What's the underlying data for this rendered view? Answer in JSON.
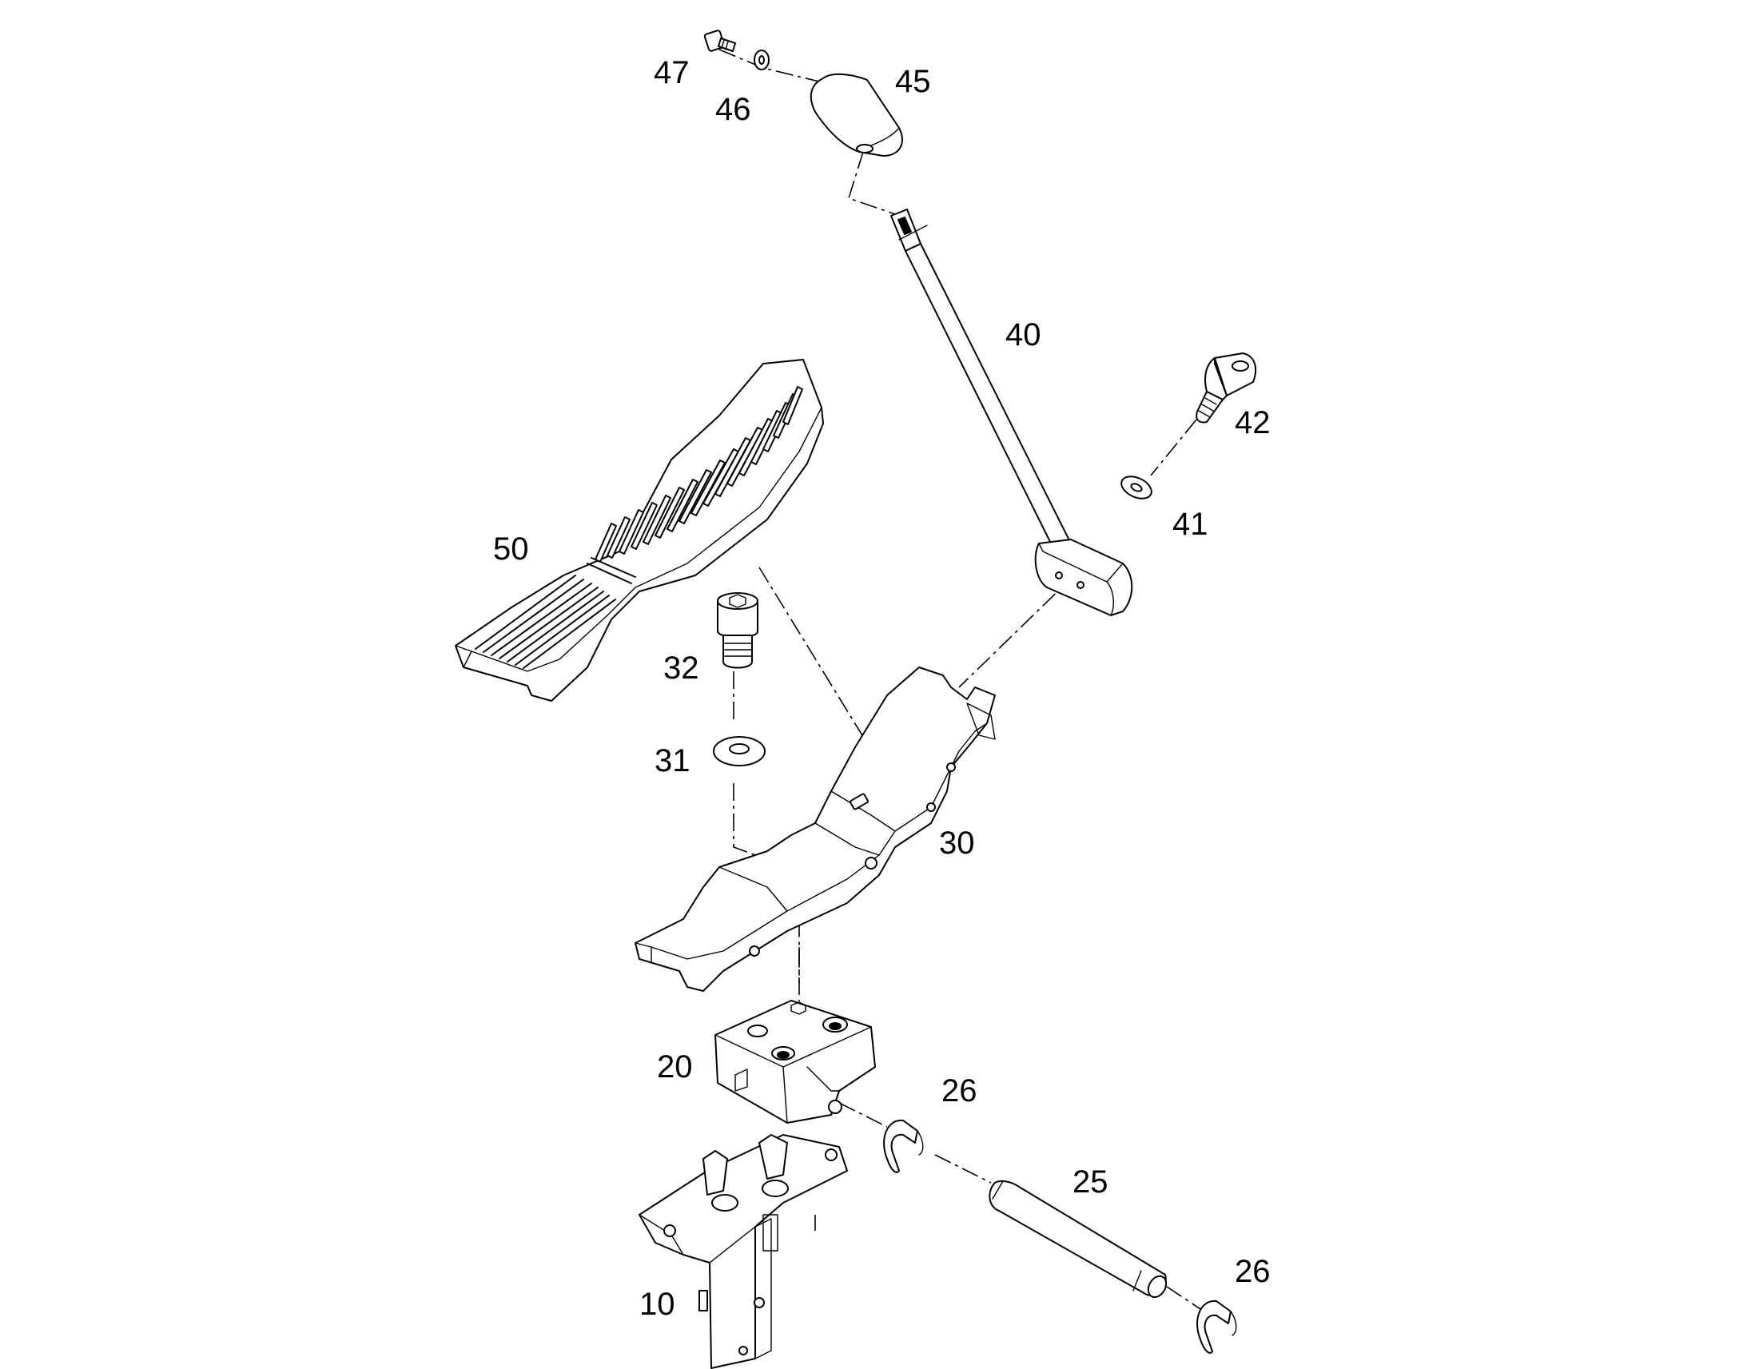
{
  "diagram": {
    "callouts": {
      "p47": "47",
      "p46": "46",
      "p45": "45",
      "p40": "40",
      "p42": "42",
      "p41": "41",
      "p50": "50",
      "p32": "32",
      "p31": "31",
      "p30": "30",
      "p20": "20",
      "p26a": "26",
      "p25": "25",
      "p26b": "26",
      "p10": "10"
    }
  }
}
